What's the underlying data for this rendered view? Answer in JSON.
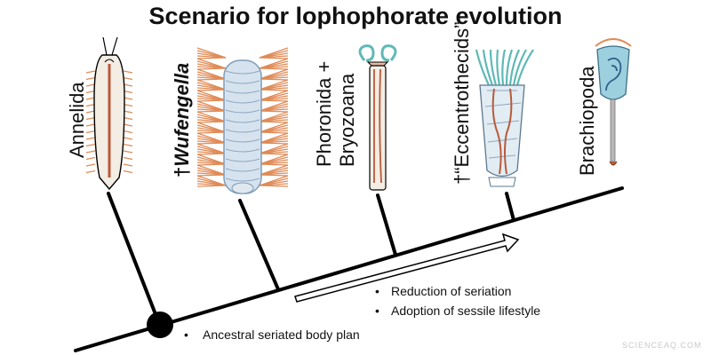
{
  "title": "Scenario for lophophorate evolution",
  "taxa": [
    {
      "label": "Annelida"
    },
    {
      "label": "†Wufengella",
      "dagger": "†",
      "name": "Wufengella"
    },
    {
      "label_line1": "Phoronida +",
      "label_line2": "Bryozoana"
    },
    {
      "label": "†“Eccentrothecids”"
    },
    {
      "label": "Brachiopoda"
    }
  ],
  "node_note": "Ancestral seriated body plan",
  "trend_notes": [
    "Reduction of seriation",
    "Adoption of sessile lifestyle"
  ],
  "bullet": "•",
  "watermark": "SCIENCEAQ.COM",
  "colors": {
    "line": "#000000",
    "bristle": "#e08a55",
    "body": "#f3ede4",
    "gut": "#b85a3a",
    "pale_blue": "#c9dbe9",
    "teal": "#5fb9b5"
  },
  "icons": [
    "annelid-worm",
    "wufengella-fossil",
    "phoronid-tube",
    "eccentrothecid-tube",
    "brachiopod-shell"
  ]
}
